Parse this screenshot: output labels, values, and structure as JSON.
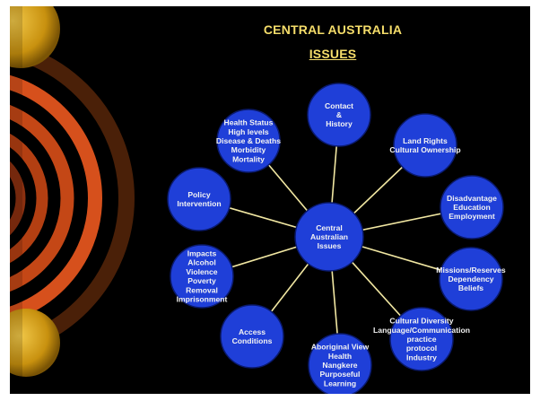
{
  "slide": {
    "title": "CENTRAL AUSTRALIA",
    "subtitle": "ISSUES"
  },
  "colors": {
    "background": "#000000",
    "title_text": "#f5dd6a",
    "node_fill": "#1f3fd8",
    "node_stroke": "#0a1a6e",
    "connector": "#f1e7a2",
    "decoration_dark": "#5e2a0d",
    "decoration_orange": "#d6501c",
    "decoration_gold": "#d9a418",
    "label_text": "#ffffff"
  },
  "diagram": {
    "center": {
      "id": "central",
      "lines": [
        "Central",
        "Australian",
        "Issues"
      ]
    },
    "nodes": [
      {
        "id": "contact-history",
        "lines": [
          "Contact",
          "&",
          "History"
        ]
      },
      {
        "id": "land-rights",
        "lines": [
          "Land Rights",
          "Cultural Ownership"
        ]
      },
      {
        "id": "disadvantage",
        "lines": [
          "Disadvantage",
          "Education",
          "Employment"
        ]
      },
      {
        "id": "missions-reserves",
        "lines": [
          "Missions/Reserves",
          "Dependency",
          "Beliefs"
        ]
      },
      {
        "id": "cultural-diversity",
        "lines": [
          "Cultural Diversity",
          "Language/Communication",
          "practice",
          "protocol",
          "Industry"
        ]
      },
      {
        "id": "aboriginal-view",
        "lines": [
          "Aboriginal View",
          "Health",
          "Nangkere",
          "Purposeful",
          "Learning"
        ]
      },
      {
        "id": "access-conditions",
        "lines": [
          "Access",
          "Conditions"
        ]
      },
      {
        "id": "impacts",
        "lines": [
          "Impacts",
          "Alcohol",
          "Violence",
          "Poverty",
          "Removal",
          "Imprisonment"
        ]
      },
      {
        "id": "policy-intervention",
        "lines": [
          "Policy",
          "Intervention"
        ]
      },
      {
        "id": "health-status",
        "lines": [
          "Health Status",
          "High levels",
          "Disease & Deaths",
          "Morbidity",
          "Mortality"
        ]
      }
    ]
  }
}
